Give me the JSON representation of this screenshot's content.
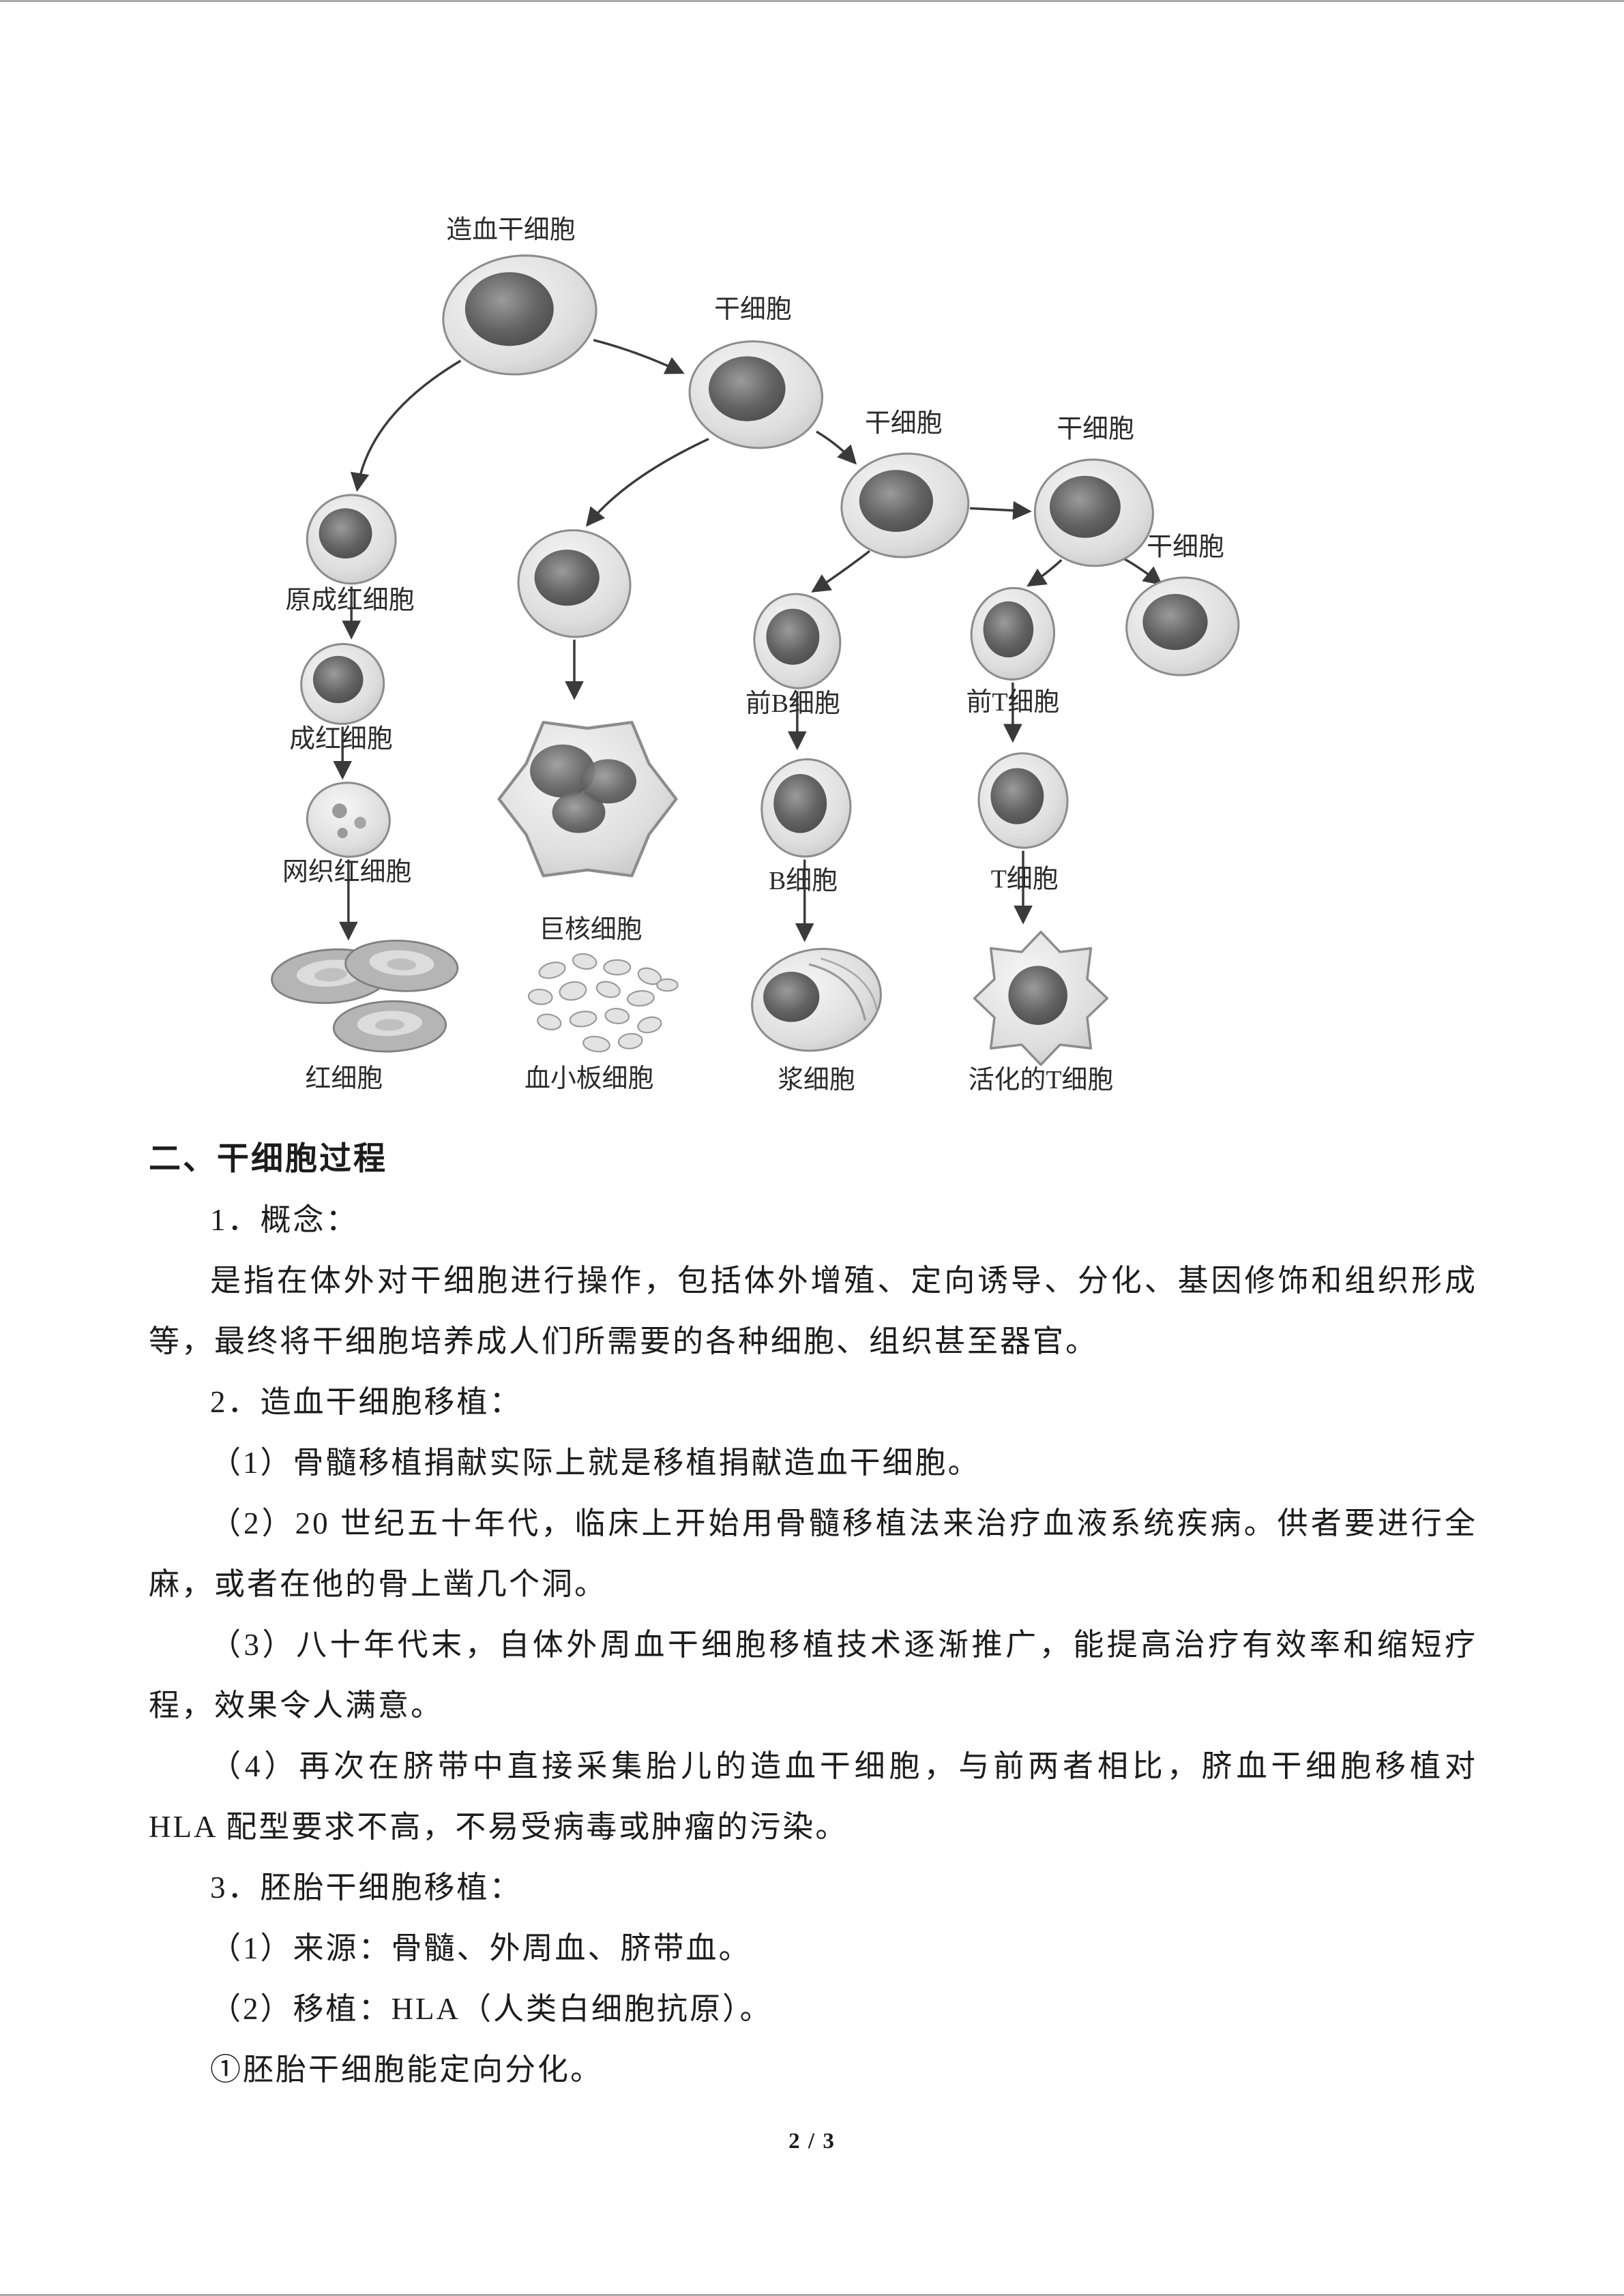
{
  "page": {
    "number_label": "2 / 3"
  },
  "diagram": {
    "labels": {
      "hsc": "造血干细胞",
      "stem1": "干细胞",
      "stem2": "干细胞",
      "stem3": "干细胞",
      "stem4": "干细胞",
      "proerythroblast": "原成红细胞",
      "erythroblast": "成红细胞",
      "reticulocyte": "网织红细胞",
      "rbc": "红细胞",
      "megakaryocyte": "巨核细胞",
      "platelet": "血小板细胞",
      "pre_b": "前B细胞",
      "b_cell": "B细胞",
      "plasma": "浆细胞",
      "pre_t": "前T细胞",
      "t_cell": "T细胞",
      "activated_t": "活化的T细胞"
    }
  },
  "content": {
    "heading": "二、干细胞过程",
    "paragraphs": [
      "1．概念：",
      "是指在体外对干细胞进行操作，包括体外增殖、定向诱导、分化、基因修饰和组织形成等，最终将干细胞培养成人们所需要的各种细胞、组织甚至器官。",
      "2．造血干细胞移植：",
      "（1）骨髓移植捐献实际上就是移植捐献造血干细胞。",
      "（2）20 世纪五十年代，临床上开始用骨髓移植法来治疗血液系统疾病。供者要进行全麻，或者在他的骨上凿几个洞。",
      "（3）八十年代末，自体外周血干细胞移植技术逐渐推广，能提高治疗有效率和缩短疗程，效果令人满意。",
      "（4）再次在脐带中直接采集胎儿的造血干细胞，与前两者相比，脐血干细胞移植对 HLA 配型要求不高，不易受病毒或肿瘤的污染。",
      "3．胚胎干细胞移植：",
      "（1）来源：骨髓、外周血、脐带血。",
      "（2）移植：HLA（人类白细胞抗原）。",
      "①胚胎干细胞能定向分化。"
    ]
  }
}
